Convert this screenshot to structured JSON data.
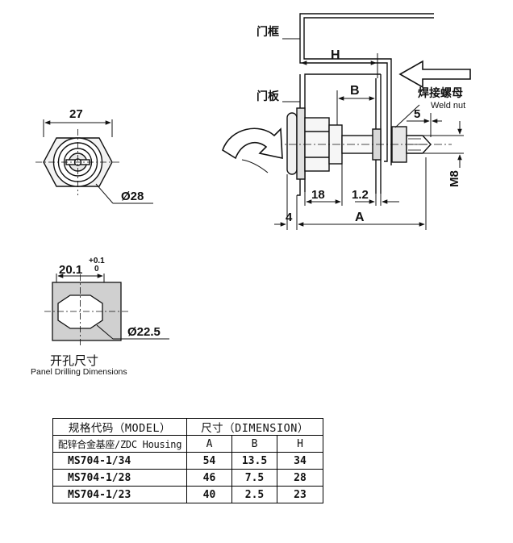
{
  "labels": {
    "door_frame": "门框",
    "door_panel": "门板",
    "weld_nut_cn": "焊接螺母",
    "weld_nut_en": "Weld nut",
    "dim_27": "27",
    "dim_dia28": "Ø28",
    "dim_H": "H",
    "dim_B": "B",
    "dim_5": "5",
    "dim_M8": "M8",
    "dim_18": "18",
    "dim_1_2": "1.2",
    "dim_4": "4",
    "dim_A": "A",
    "dim_20_1": "20.1",
    "tol_plus": "+0.1",
    "tol_zero": "0",
    "dim_dia22_5": "Ø22.5"
  },
  "caption": {
    "cn": "开孔尺寸",
    "en": "Panel Drilling Dimensions"
  },
  "table": {
    "header_model": "规格代码（MODEL）",
    "header_dimension": "尺寸（DIMENSION）",
    "housing": "配锌合金基座/ZDC Housing",
    "col_a": "A",
    "col_b": "B",
    "col_h": "H",
    "rows": [
      {
        "model": "MS704-1/34",
        "a": "54",
        "b": "13.5",
        "h": "34"
      },
      {
        "model": "MS704-1/28",
        "a": "46",
        "b": "7.5",
        "h": "28"
      },
      {
        "model": "MS704-1/23",
        "a": "40",
        "b": "2.5",
        "h": "23"
      }
    ]
  }
}
